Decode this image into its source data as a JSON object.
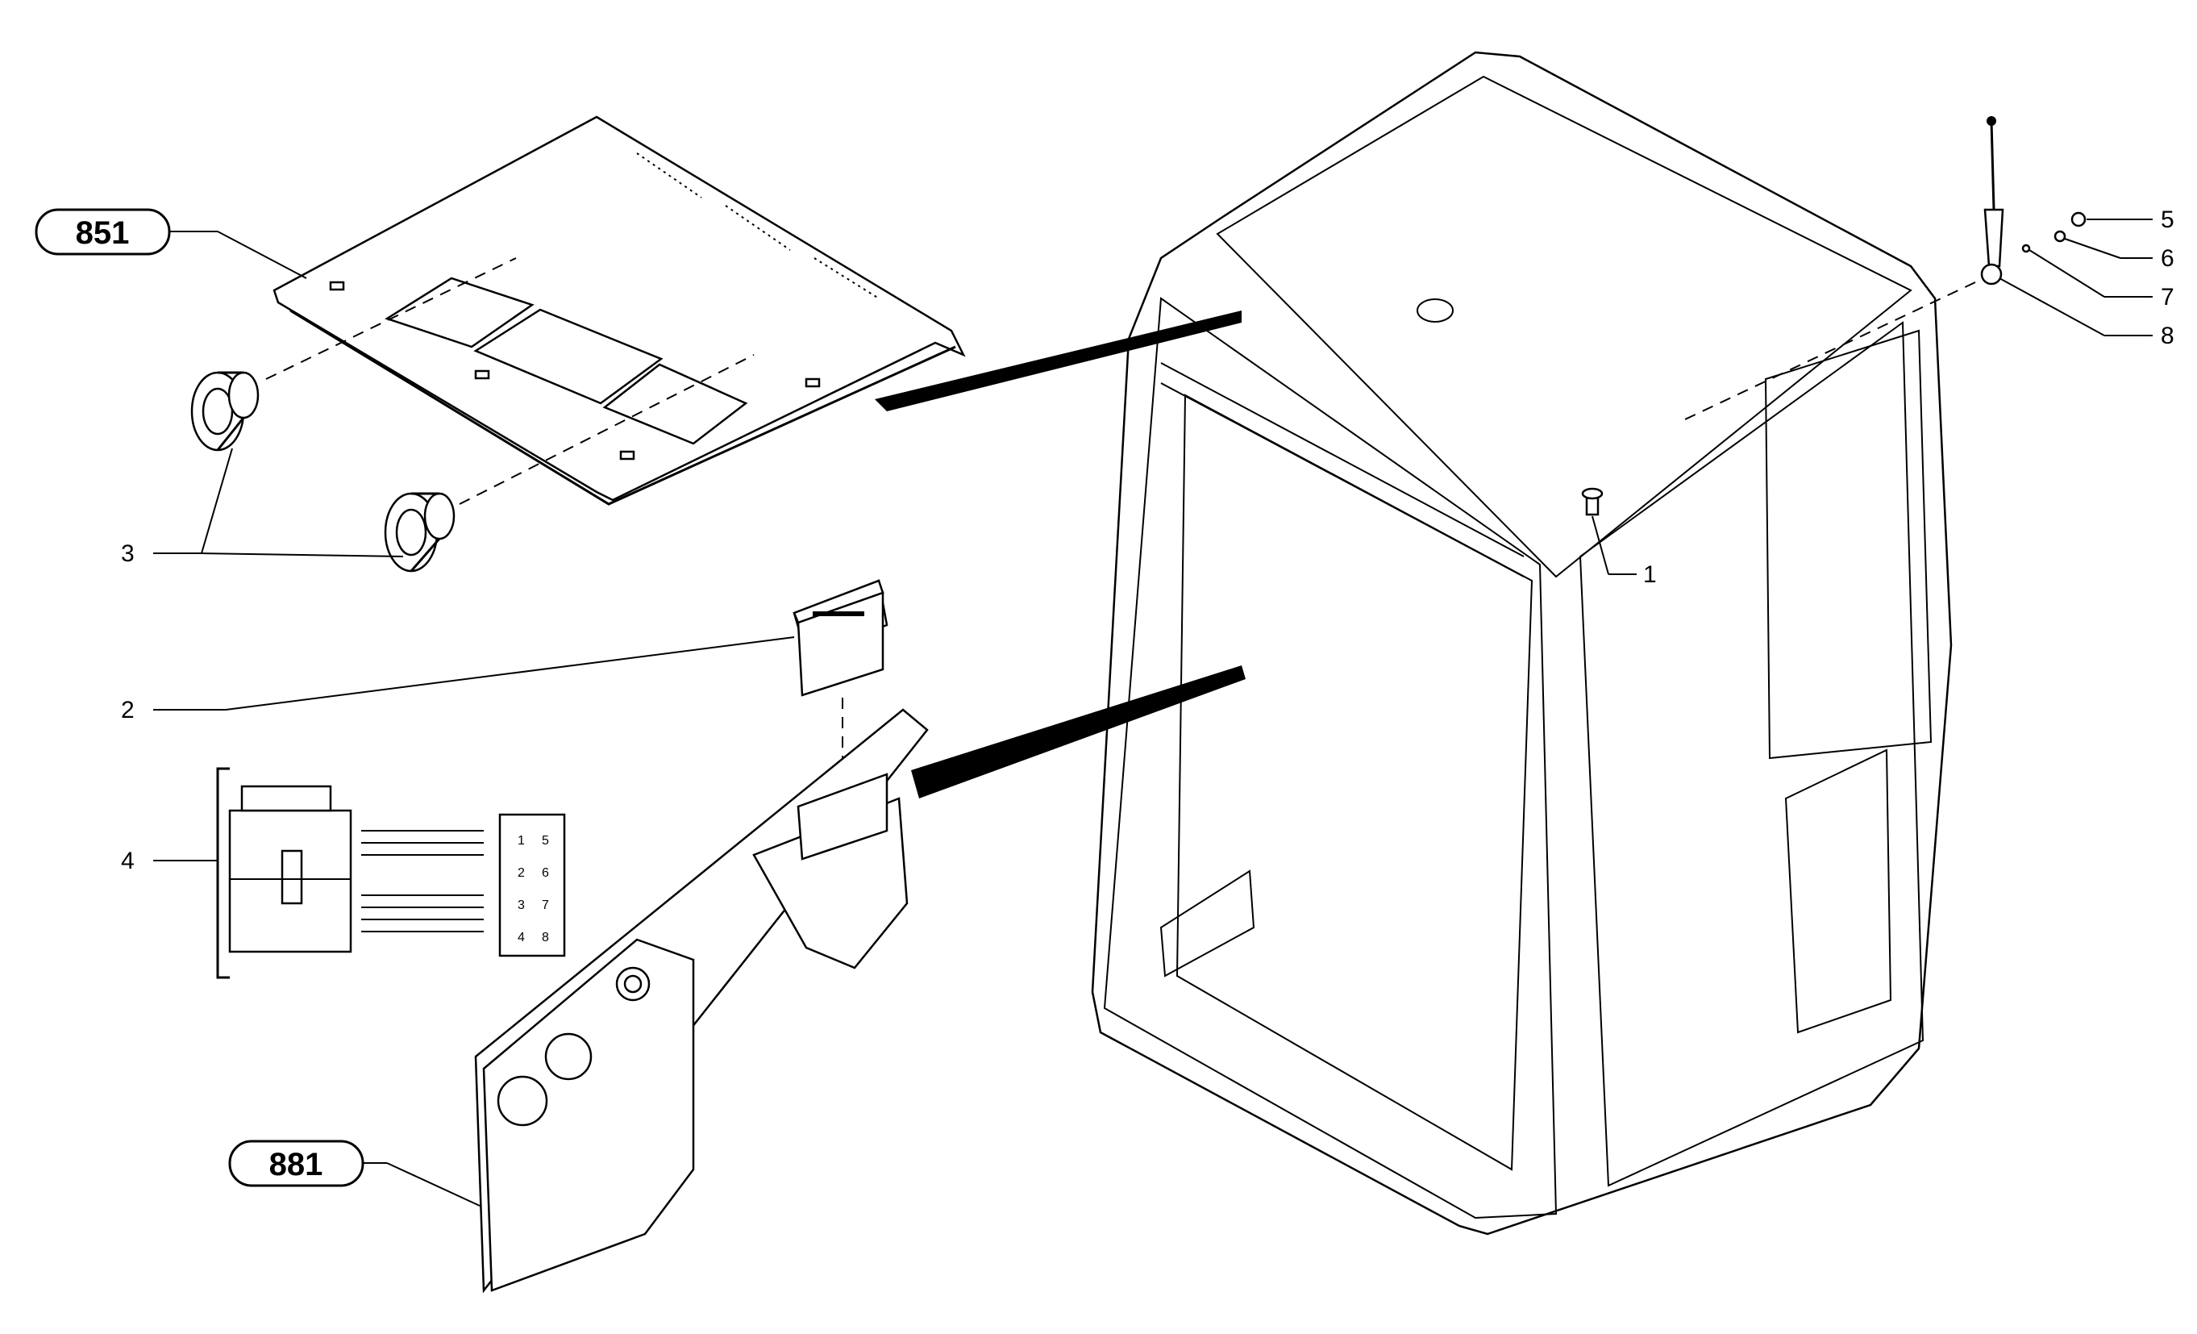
{
  "reference_labels": {
    "roof_panel": "851",
    "dash_panel": "881"
  },
  "callouts": {
    "screw": "1",
    "radio": "2",
    "speakers": "3",
    "wiring_harness": "4",
    "antenna_nut": "5",
    "antenna_washer": "6",
    "antenna_lockwasher": "7",
    "antenna": "8"
  },
  "connector_pins": {
    "left_column": [
      "1",
      "2",
      "3",
      "4"
    ],
    "right_column": [
      "5",
      "6",
      "7",
      "8"
    ]
  }
}
